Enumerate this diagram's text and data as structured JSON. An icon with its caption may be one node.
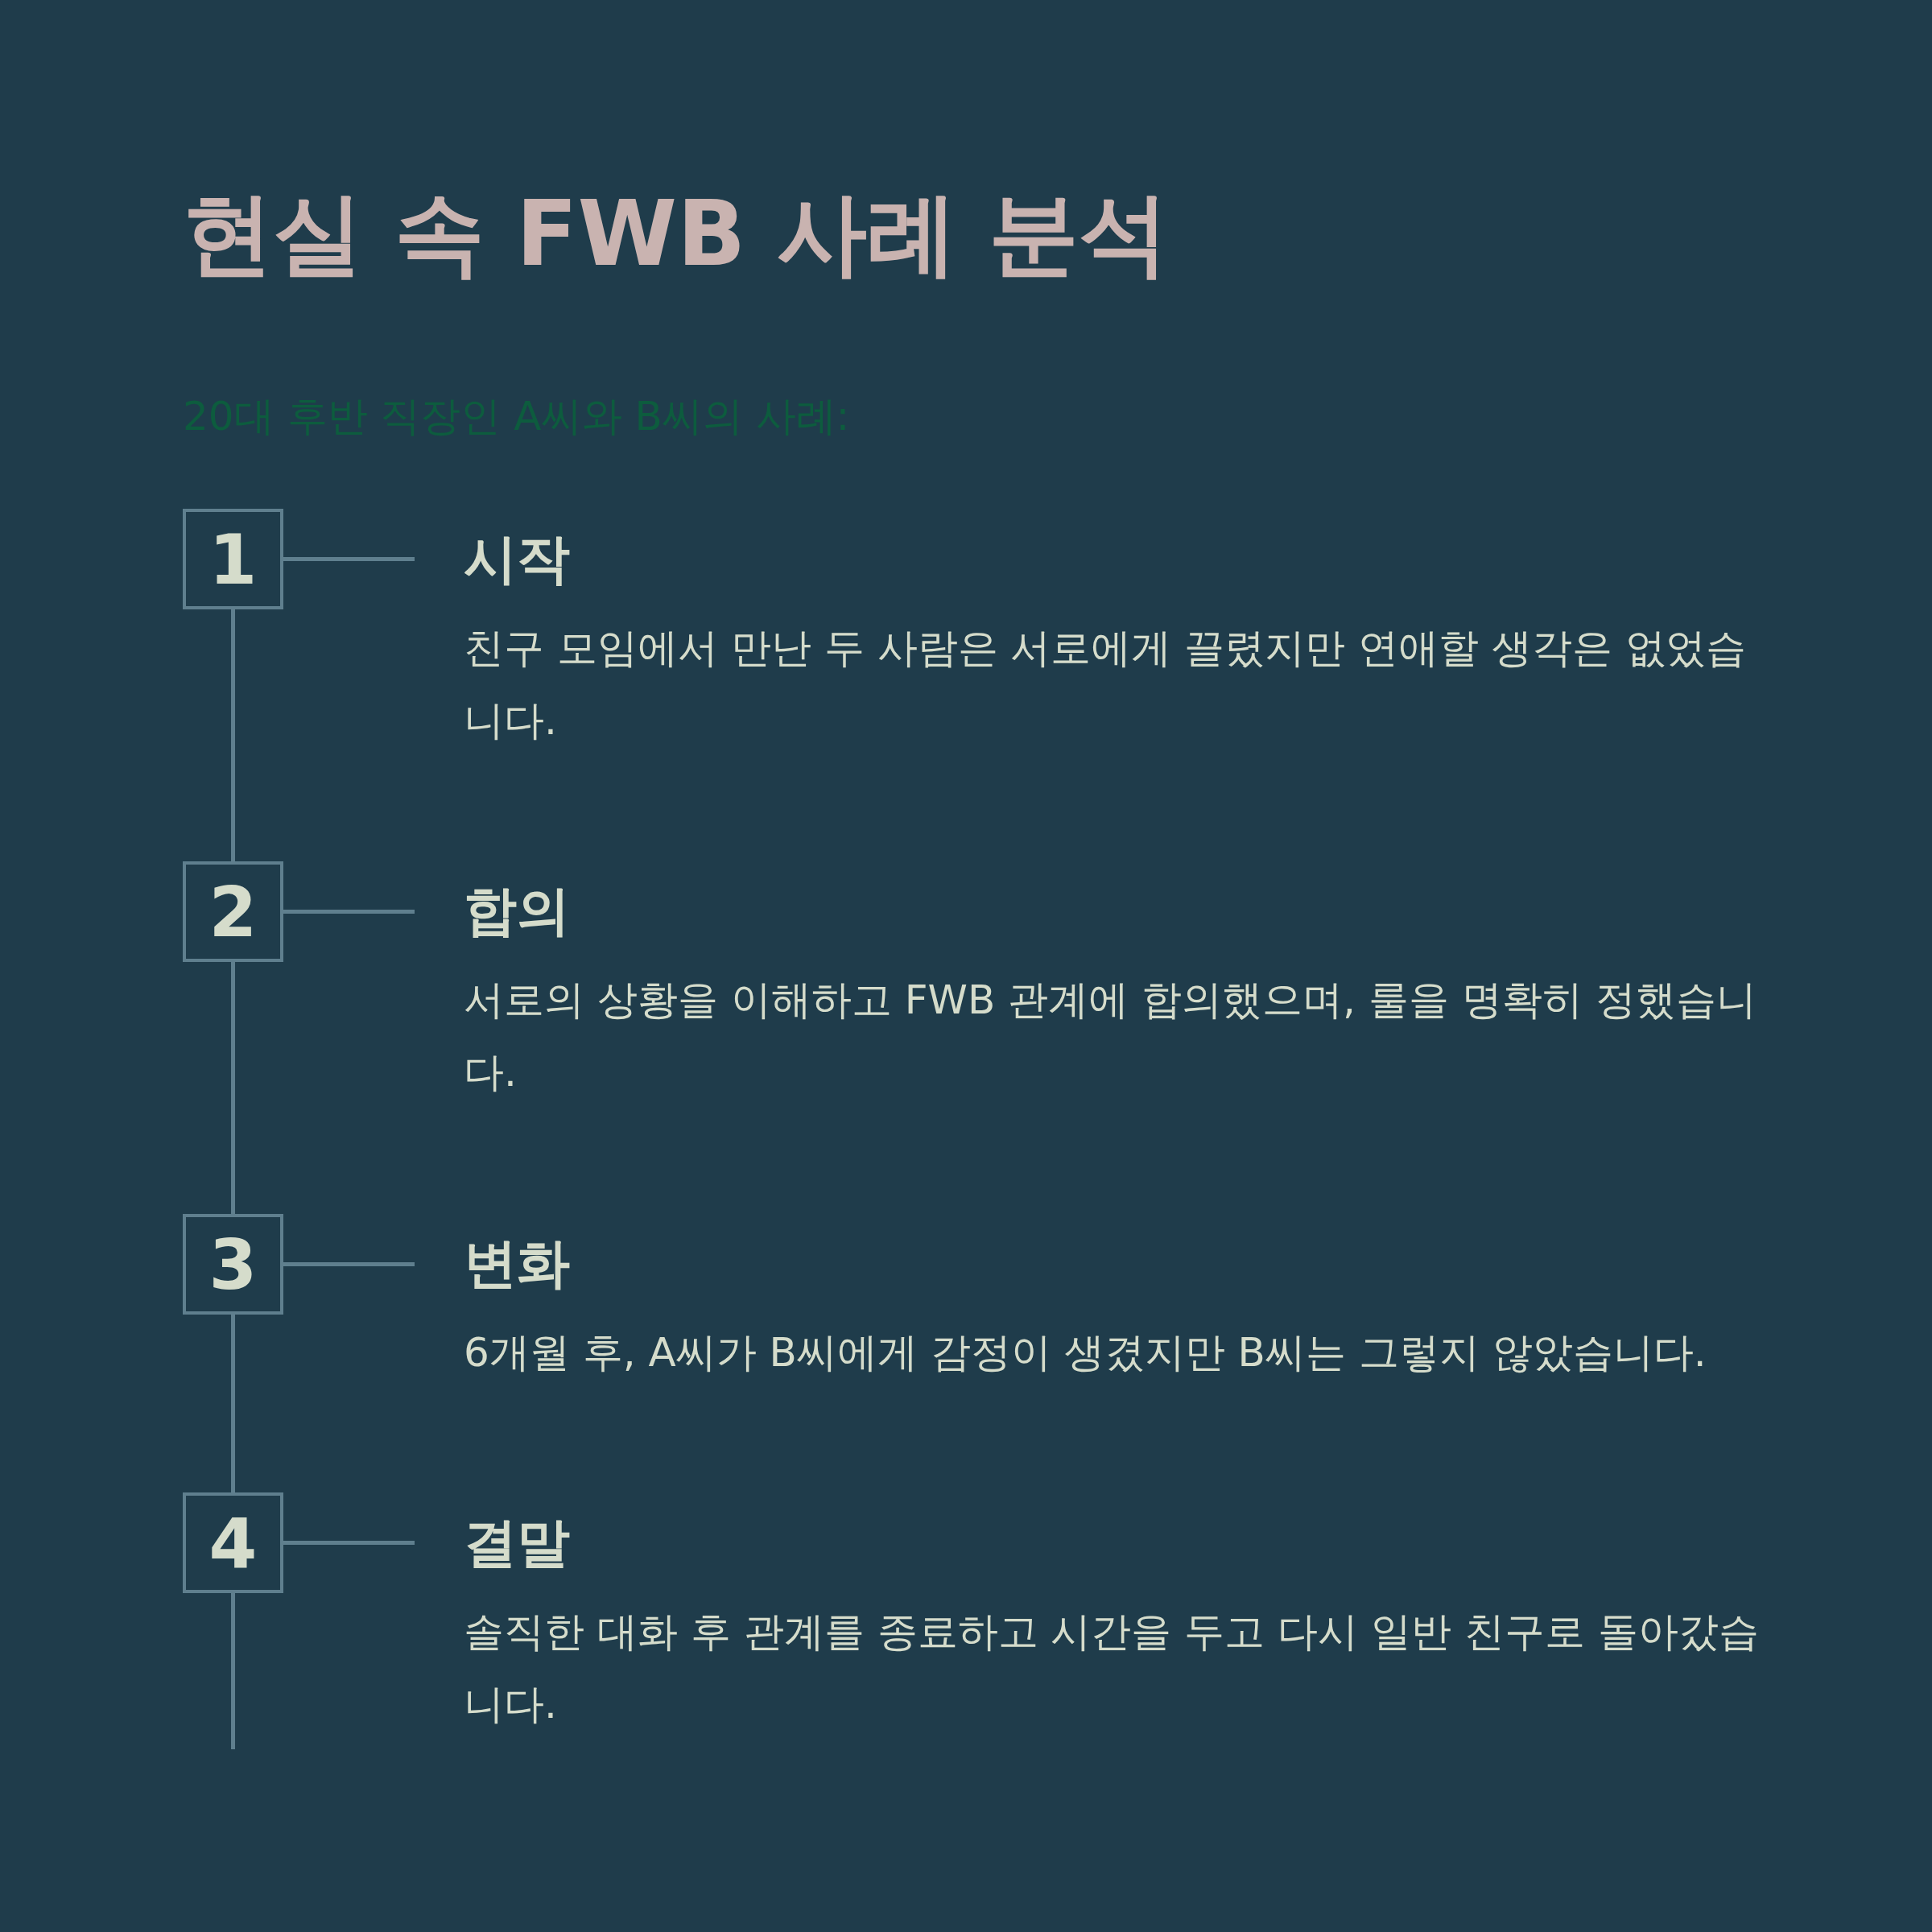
{
  "diagram": {
    "title": "현실 속 FWB 사례 분석",
    "nodes": [
      {
        "text": [
          "1"
        ]
      },
      {
        "text": [
          "시작",
          "친구 모임에서 만난 두 사람은 서로에게 끌렸지만 연애할 생각은 없었습니다."
        ]
      },
      {
        "text": [
          "2"
        ]
      },
      {
        "text": [
          "합의",
          "서로의 상황을 이해하고 FWB 관계에 합의했으며, 룰을 명확히 정했습니다."
        ]
      },
      {
        "text": [
          "3"
        ]
      },
      {
        "text": [
          "변화",
          "6개월 후, A씨가 B씨에게 감정이 생겼지만 B씨는 그렇지 않았습니다."
        ]
      },
      {
        "text": [
          "4"
        ]
      },
      {
        "text": [
          "결말",
          "솔직한 대화 후 관계를 종료하고 시간을 두고 다시 일반 친구로 돌아갔습니다."
        ]
      }
    ],
    "edges": [
      {
        "from": 0,
        "to": 1,
        "arrow": "none"
      },
      {
        "from": 0,
        "to": 2,
        "arrow": "none"
      },
      {
        "from": 2,
        "to": 3,
        "arrow": "none"
      },
      {
        "from": 2,
        "to": 4,
        "arrow": "none"
      },
      {
        "from": 4,
        "to": 5,
        "arrow": "none"
      },
      {
        "from": 4,
        "to": 6,
        "arrow": "none"
      },
      {
        "from": 6,
        "to": 7,
        "arrow": "none"
      },
      {
        "from": 6,
        "to": null,
        "arrow": "none"
      }
    ],
    "labels": [
      "20대 후반 직장인 A씨와 B씨의 사례:"
    ]
  }
}
